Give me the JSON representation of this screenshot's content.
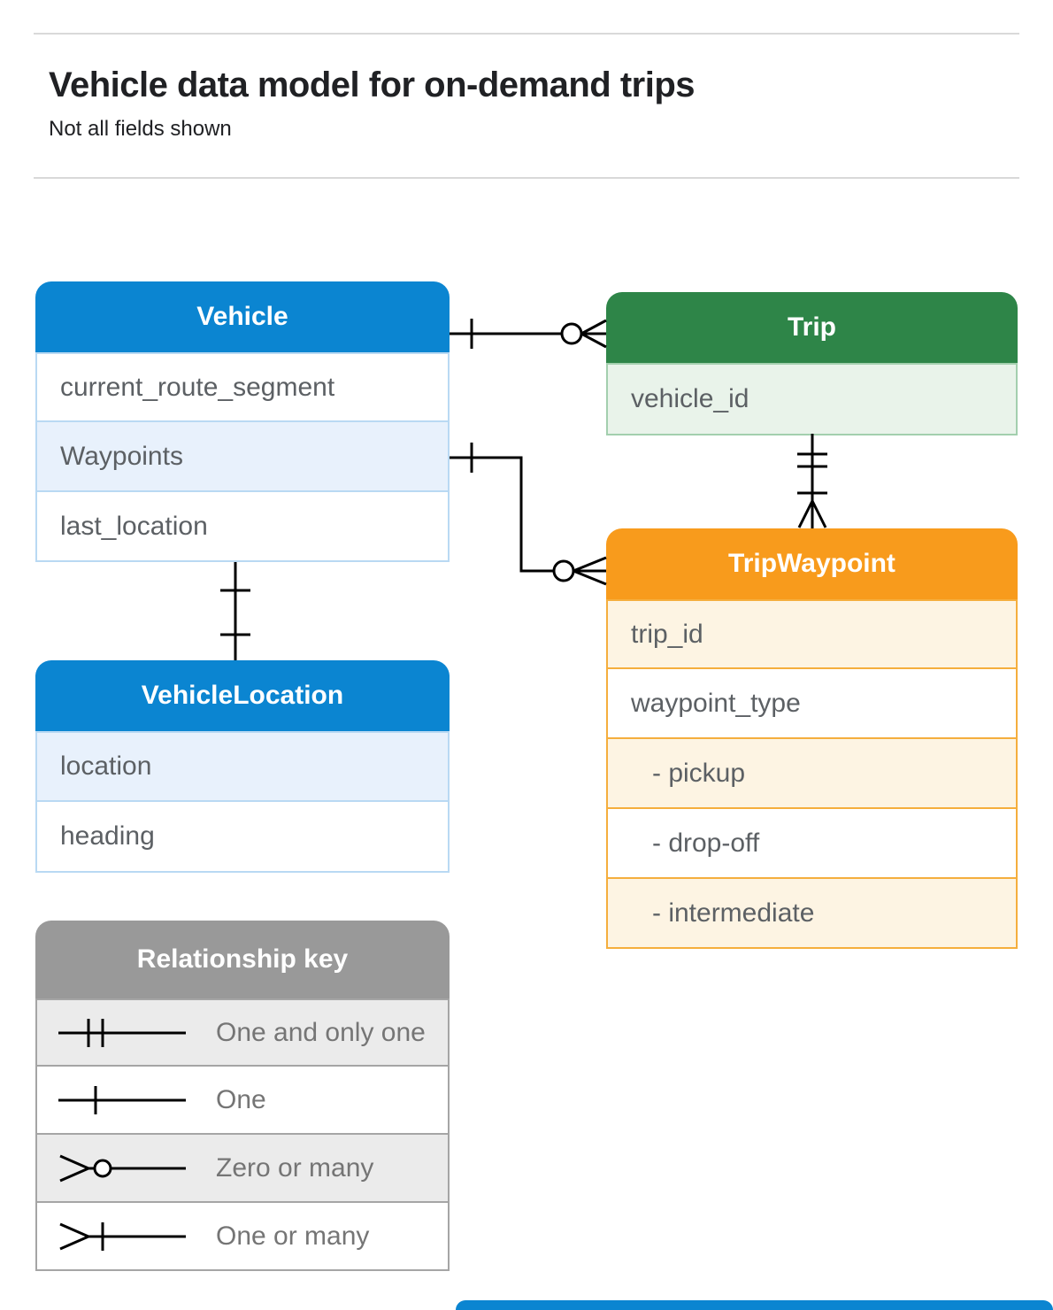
{
  "page": {
    "title": "Vehicle data model for on-demand trips",
    "subtitle": "Not all fields shown"
  },
  "colors": {
    "blue_header": "#0b85d1",
    "blue_row_tint": "#e8f1fc",
    "blue_border": "#b9d9f3",
    "green_header": "#2e8548",
    "green_row_tint": "#e9f3ea",
    "green_border": "#a3cfae",
    "orange_header": "#f89b1c",
    "orange_row_tint": "#fdf4e3",
    "orange_border": "#f5ae3d",
    "gray_header": "#999999",
    "gray_row_tint": "#ebebeb",
    "gray_border": "#a5a5a5",
    "connector": "#000000",
    "field_text": "#5c6064",
    "legend_text": "#757575",
    "title_text": "#202124",
    "rule": "#d9d9d9"
  },
  "entities": {
    "vehicle": {
      "title": "Vehicle",
      "fields": [
        {
          "label": "current_route_segment"
        },
        {
          "label": "Waypoints"
        },
        {
          "label": "last_location"
        }
      ]
    },
    "trip": {
      "title": "Trip",
      "fields": [
        {
          "label": "vehicle_id"
        }
      ]
    },
    "trip_waypoint": {
      "title": "TripWaypoint",
      "fields": [
        {
          "label": "trip_id"
        },
        {
          "label": "waypoint_type"
        },
        {
          "label": "- pickup"
        },
        {
          "label": "- drop-off"
        },
        {
          "label": "- intermediate"
        }
      ]
    },
    "vehicle_location": {
      "title": "VehicleLocation",
      "fields": [
        {
          "label": "location"
        },
        {
          "label": "heading"
        }
      ]
    }
  },
  "legend": {
    "title": "Relationship key",
    "items": [
      {
        "label": "One and only one",
        "symbol": "one-and-only-one"
      },
      {
        "label": "One",
        "symbol": "one"
      },
      {
        "label": "Zero or many",
        "symbol": "zero-or-many"
      },
      {
        "label": "One or many",
        "symbol": "one-or-many"
      }
    ]
  },
  "relationships": [
    {
      "from": "Vehicle",
      "to": "Trip",
      "from_end": "one",
      "to_end": "zero-or-many"
    },
    {
      "from": "Vehicle.Waypoints",
      "to": "TripWaypoint",
      "from_end": "one",
      "to_end": "zero-or-many"
    },
    {
      "from": "Trip",
      "to": "TripWaypoint",
      "from_end": "one-and-only-one",
      "to_end": "one-or-many"
    },
    {
      "from": "Vehicle",
      "to": "VehicleLocation",
      "from_end": "one",
      "to_end": "one"
    }
  ]
}
